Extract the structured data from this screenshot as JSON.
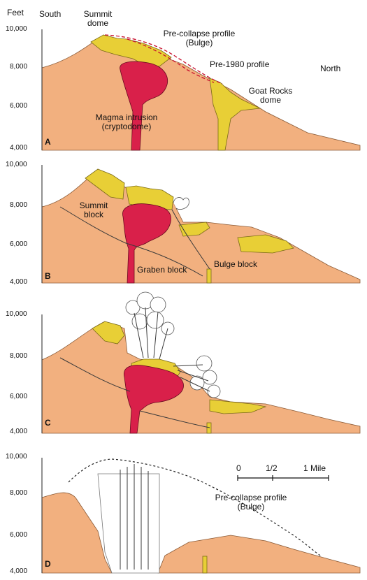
{
  "colors": {
    "earth": "#f2b07f",
    "deposit": "#e8cf36",
    "magma": "#d9204a",
    "line": "#3a3a3a",
    "collapse": "#c8102e"
  },
  "axis": {
    "unit": "Feet",
    "ticks": [
      "10,000",
      "8,000",
      "6,000",
      "4,000"
    ]
  },
  "panel_a": {
    "letter": "A",
    "south": "South",
    "north": "North",
    "summit_dome": [
      "Summit",
      "dome"
    ],
    "pre_collapse": [
      "Pre-collapse profile",
      "(Bulge)"
    ],
    "pre_1980": "Pre-1980 profile",
    "goat_rocks": [
      "Goat Rocks",
      "dome"
    ],
    "magma": [
      "Magma intrusion",
      "(cryptodome)"
    ]
  },
  "panel_b": {
    "letter": "B",
    "summit_block": [
      "Summit",
      "block"
    ],
    "graben_block": "Graben block",
    "bulge_block": "Bulge block"
  },
  "panel_c": {
    "letter": "C"
  },
  "panel_d": {
    "letter": "D",
    "scale": [
      "0",
      "1/2",
      "1 Mile"
    ],
    "pre_collapse": [
      "Pre-collapse profile",
      "(Bulge)"
    ]
  }
}
